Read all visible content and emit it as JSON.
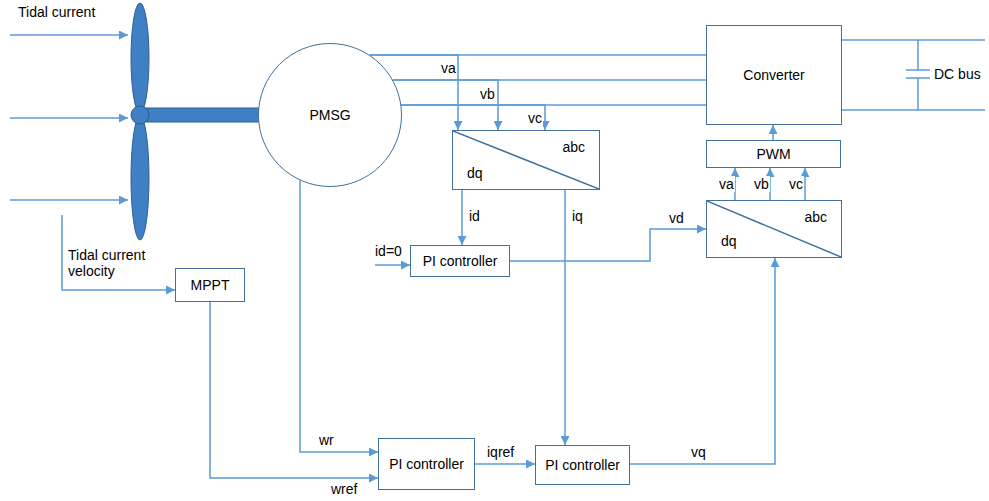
{
  "diagram": {
    "nodes": [
      {
        "text": [
          "PMSG"
        ]
      },
      {
        "text": [
          "Converter"
        ]
      },
      {
        "text": [
          "abc",
          "dq"
        ]
      },
      {
        "text": [
          "PWM"
        ]
      },
      {
        "text": [
          "abc",
          "dq"
        ]
      },
      {
        "text": [
          "MPPT"
        ]
      },
      {
        "text": [
          "PI controller"
        ]
      },
      {
        "text": [
          "PI controller"
        ]
      },
      {
        "text": [
          "PI controller"
        ]
      }
    ],
    "edges": [
      {
        "from": 0,
        "to": 1,
        "arrow": "none"
      },
      {
        "from": 0,
        "to": 1,
        "arrow": "none"
      },
      {
        "from": 0,
        "to": 1,
        "arrow": "none"
      },
      {
        "from": 0,
        "to": 2,
        "label": "va",
        "arrow": "to"
      },
      {
        "from": 0,
        "to": 2,
        "label": "vb",
        "arrow": "to"
      },
      {
        "from": 0,
        "to": 2,
        "label": "vc",
        "arrow": "to"
      },
      {
        "from": 2,
        "to": 6,
        "label": "id",
        "arrow": "to"
      },
      {
        "from": 2,
        "to": 8,
        "label": "iq",
        "arrow": "to"
      },
      {
        "from": 6,
        "to": 4,
        "label": "vd",
        "arrow": "to"
      },
      {
        "from": 8,
        "to": 4,
        "label": "vq",
        "arrow": "to"
      },
      {
        "from": 4,
        "to": 3,
        "label": "va",
        "arrow": "to"
      },
      {
        "from": 4,
        "to": 3,
        "label": "vb",
        "arrow": "to"
      },
      {
        "from": 4,
        "to": 3,
        "label": "vc",
        "arrow": "to"
      },
      {
        "from": 3,
        "to": 1,
        "arrow": "to"
      },
      {
        "from": 5,
        "to": 7,
        "label": "wref",
        "arrow": "to"
      },
      {
        "from": 0,
        "to": 7,
        "label": "wr",
        "arrow": "to"
      },
      {
        "from": 7,
        "to": 8,
        "label": "iqref",
        "arrow": "to"
      }
    ],
    "labels": [
      "Tidal current",
      "Tidal current velocity",
      "id=0",
      "DC bus"
    ]
  }
}
